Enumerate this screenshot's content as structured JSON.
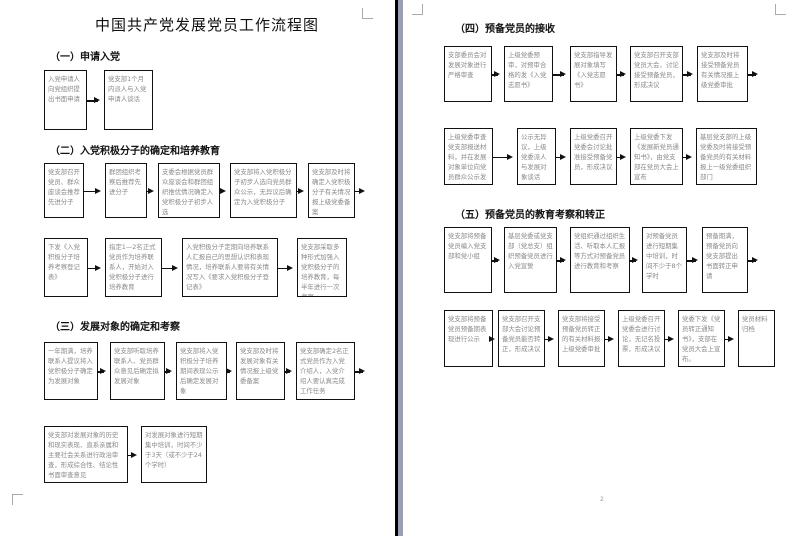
{
  "document": {
    "title": "中国共产党发展党员工作流程图",
    "page_number": "2"
  },
  "sections": [
    {
      "heading": "（一）申请入党",
      "rows": [
        [
          "入党申请人向党组织提出书面申请",
          "党支部1个月内派人与入党申请人谈话"
        ]
      ]
    },
    {
      "heading": "（二）入党积极分子的确定和培养教育",
      "rows": [
        [
          "党支部召开党员、群众座谈会推荐先进分子",
          "群团组织考察后推荐先进分子",
          "支委会根据党员群众座谈会和群团组织推优情况确定入党积极分子初步人选",
          "党支部将入党积极分子初步人选向党员群众公示，无异议后确定为入党积极分子",
          "党支部及时将确定入党积极分子有关情况报上级党委备案"
        ],
        [
          "下发《入党积极分子培养考察登记表》",
          "指定1—2名正式党员作为培养联系人，开始对入党积极分子进行培养教育",
          "入党积极分子定期向培养联系人汇报自己的思想认识和表现情况，培养联系人要将有关情况写入《要求入党积极分子登记表》",
          "党支部采取多种形式加强入党积极分子的培养教育，每半年进行一次考察。"
        ]
      ]
    },
    {
      "heading": "（三）发展对象的确定和考察",
      "rows": [
        [
          "一年期满，培养联系人提议将入党积极分子确定为发展对象",
          "党支部听取培养联系人、党员群众意见后确定拟发展对象",
          "党支部将入党积极分子培养期间表现公示后确定发展对象",
          "党支部及时将发展对象有关情况报上级党委备案",
          "党支部确定2名正式党员作为入党介绍人，入党介绍人要认真完成工作任务"
        ],
        [
          "党支部对发展对象的历史和现实表现、直系亲属和主要社会关系进行政治审查，形成综合性、结论性书面审查意见",
          "对发展对象进行短期集中培训，时间不少于3天（或不少于24个学时）"
        ]
      ]
    },
    {
      "heading": "（四）预备党员的接收",
      "rows": [
        [
          "支部委员会对发展对象进行严格审查",
          "上级党委预审，对预审合格的发《入党志愿书》",
          "党支部指导发展对象填写《入党志愿书》",
          "党支部召开支部党员大会，讨论接受预备党员，形成决议",
          "党支部及时将接受预备党员有关情况报上级党委审批"
        ],
        [
          "上级党委审查党支部报送材料，并在发展对象单位向党员群众公示发展对象情况",
          "公示无异议，上级党委派人与发展对象谈话",
          "上级党委召开党委会讨论批准接受预备党员，形成决议",
          "上级党委下发《发展新党员通知书》，由党支部在党员大会上宣布",
          "基层党支部的上级党委及时将接受预备党员的有关材料报上一级党委组织部门"
        ]
      ]
    },
    {
      "heading": "（五）预备党员的教育考察和转正",
      "rows": [
        [
          "党支部将预备党员编入党支部和党小组",
          "基层党委或党支部（党总支）组织预备党员进行入党宣誓",
          "党组织通过组织生活、听取本人汇报等方式对预备党员进行教育和考察",
          "对预备党员进行短期集中培训，时间不少于8个学时",
          "预备期满，预备党员向党支部提出书面转正申请"
        ],
        [
          "党支部将预备党员预备期表现进行公示",
          "党支部召开支部大会讨论预备党员能否转正，形成决议",
          "党支部将接受预备党员转正的有关材料报上级党委审批",
          "上级党委召开党委会进行讨论，无记名投票，形成决议",
          "党委下发《党员转正通知书》，支部在党员大会上宣布。",
          "党员材料归档"
        ]
      ]
    }
  ]
}
